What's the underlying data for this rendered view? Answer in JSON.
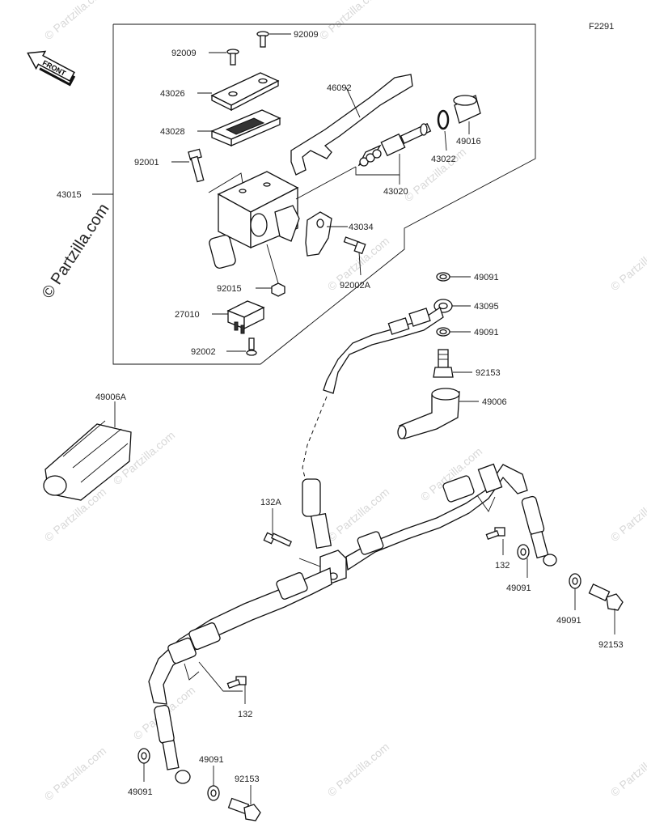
{
  "figure_code": "F2291",
  "front_label": "FRONT",
  "watermarks": {
    "main": "© Partzilla.com",
    "tile": "© Partzilla.com"
  },
  "parts": {
    "p43015": "43015",
    "p92009a": "92009",
    "p92009b": "92009",
    "p43026": "43026",
    "p43028": "43028",
    "p92001": "92001",
    "p46092": "46092",
    "p49016": "49016",
    "p43022": "43022",
    "p43020": "43020",
    "p43034": "43034",
    "p92002A": "92002A",
    "p92015": "92015",
    "p27010": "27010",
    "p92002": "92002",
    "p49091a": "49091",
    "p43095": "43095",
    "p49091b": "49091",
    "p92153a": "92153",
    "p49006": "49006",
    "p49006A": "49006A",
    "p132A": "132A",
    "p132a": "132",
    "p49091c": "49091",
    "p49091d": "49091",
    "p92153b": "92153",
    "p132b": "132",
    "p49091e": "49091",
    "p49091f": "49091",
    "p92153c": "92153"
  }
}
